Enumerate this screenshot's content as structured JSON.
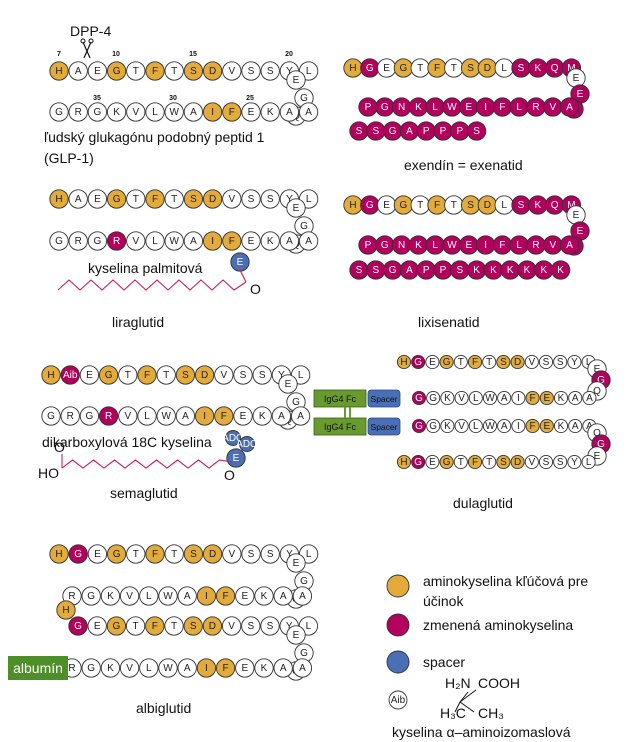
{
  "colors": {
    "key": "#e3ab3c",
    "modified": "#b3005c",
    "spacer": "#4a6fb5",
    "plain": "#ffffff",
    "albumin": "#4e8f2a",
    "fc": "#6a9a2f",
    "fatty": "#c81e6a"
  },
  "glp1": {
    "top": "HAEGTFTSDVSSYL",
    "turn": [
      "E",
      "G",
      "Q"
    ],
    "bottom": "GRGKVLWAIFEKAA",
    "top_key": [
      0,
      3,
      5,
      7,
      8
    ],
    "top_mod": [],
    "bottom_key": [
      8,
      9
    ],
    "bottom_mod": [],
    "numbers": [
      "7",
      "10",
      "15",
      "20",
      "35",
      "30",
      "25"
    ],
    "dpp4": "DPP-4",
    "caption1": "ľudský glukagónu podobný peptid 1",
    "caption2": "(GLP-1)"
  },
  "exendin": {
    "top": "HGEGTFTSDLSKQM",
    "turn": [
      "E",
      "E",
      "E"
    ],
    "bottom": "PGNKLWEIFLRVA",
    "tail": "SSGAPPPS",
    "top_key": [
      0,
      3,
      5,
      7,
      8
    ],
    "top_mod": [
      1,
      10,
      11,
      12,
      13
    ],
    "bottom_mod": [
      0,
      1,
      2,
      3,
      4,
      5,
      6,
      7,
      8,
      9,
      10,
      11,
      12
    ],
    "bottom_key": [],
    "caption": "exendín = exenatid"
  },
  "liraglutide": {
    "top": "HAEGTFTSDVSSYL",
    "turn": [
      "E",
      "G",
      "Q"
    ],
    "bottom": "GRGRVLWAIFEKAA",
    "top_key": [
      0,
      3,
      5,
      7,
      8
    ],
    "bottom_key": [
      8,
      9
    ],
    "bottom_mod": [
      3
    ],
    "spacer": "E",
    "fatty": "kyselina palmitová",
    "caption": "liraglutid"
  },
  "lixisenatide": {
    "top": "HGEGTFTSDLSKQM",
    "turn": [
      "E",
      "E",
      "E"
    ],
    "bottom": "PGNKLWEIFLRVA",
    "tail": "SSGAPPSKKKKKK",
    "top_key": [
      0,
      3,
      5,
      7,
      8
    ],
    "top_mod": [
      1,
      10,
      11,
      12,
      13
    ],
    "caption": "lixisenatid"
  },
  "semaglutide": {
    "top": [
      "H",
      "Aib",
      "E",
      "G",
      "T",
      "F",
      "T",
      "S",
      "D",
      "V",
      "S",
      "S",
      "Y",
      "L"
    ],
    "turn": [
      "E",
      "G",
      "Q"
    ],
    "bottom": "GRGRVLWAIFEKAA",
    "top_key": [
      0,
      3,
      5,
      7,
      8
    ],
    "top_mod": [
      1
    ],
    "bottom_key": [
      8,
      9
    ],
    "bottom_mod": [
      3
    ],
    "spacers": [
      "ADO",
      "ADO",
      "E"
    ],
    "fatty": "dikarboxylová 18C kyselina",
    "ho": "HO",
    "caption": "semaglutid"
  },
  "dulaglutide": {
    "top": "HGEGTFTSDVSSYL",
    "bottom": "GGKVLWAIFEKAA",
    "turn": [
      "E",
      "G",
      "Q"
    ],
    "fc": "IgG4 Fc",
    "spacer": "Spacer",
    "caption": "dulaglutid"
  },
  "albiglutide": {
    "top": "HGEGTFTSDVSSYL",
    "turn": [
      "E",
      "G",
      "Q"
    ],
    "row2": "RGKVLWAIFEKAA",
    "hlink": "H",
    "row3": "GEGTFTSDVSSYL",
    "row4": "RGKVLWAIFEKAA",
    "albumin": "albumín",
    "caption": "albiglutid"
  },
  "legend": {
    "key": "aminokyselina kľúčová pre",
    "key2": "účinok",
    "modified": "zmenená aminokyselina",
    "spacer": "spacer",
    "aib": "Aib",
    "aib_name": "kyselina α–aminoizomaslová",
    "struct_nh2": "H₂N",
    "struct_cooh": "COOH",
    "struct_h3c": "H₃C",
    "struct_ch3": "CH₃"
  }
}
